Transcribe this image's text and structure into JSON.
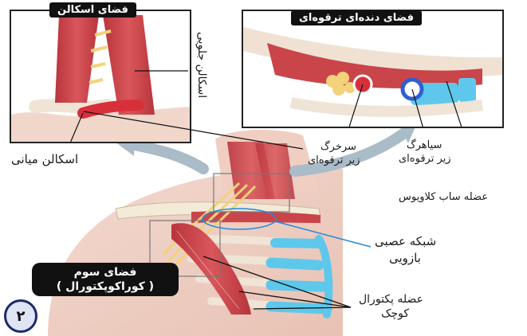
{
  "insets": {
    "scalene_space_title": "فضای اسکالن",
    "costoclavicular_space_title": "فضای دنده‌ای ترقوه‌ای"
  },
  "labels": {
    "anterior_scalene": "اسکالن جلویی",
    "middle_scalene": "اسکالن میانی",
    "subclavian_artery_line1": "سرخرگ",
    "subclavian_artery_line2": "زیر ترقوه‌ای",
    "subclavian_vein_line1": "سیاهرگ",
    "subclavian_vein_line2": "زیر ترقوه‌ای",
    "subclavius_muscle": "عضله ساب کلاویوس",
    "brachial_plexus_line1": "شبکه عصبی",
    "brachial_plexus_line2": "بازویی",
    "pectoralis_minor_line1": "عضله پکتورال",
    "pectoralis_minor_line2": "کوچک"
  },
  "third_space": {
    "line1": "فضای سوم",
    "line2": "( کوراکوپکتورال )"
  },
  "figure_number": "۲",
  "colors": {
    "muscle": "#c9454a",
    "artery": "#d8303a",
    "vein": "#2f5fd0",
    "cartilage": "#5ec8ec",
    "nerve": "#f2d27a",
    "arrow": "#a9bcc8",
    "highlight_line": "#1f8ae0"
  }
}
